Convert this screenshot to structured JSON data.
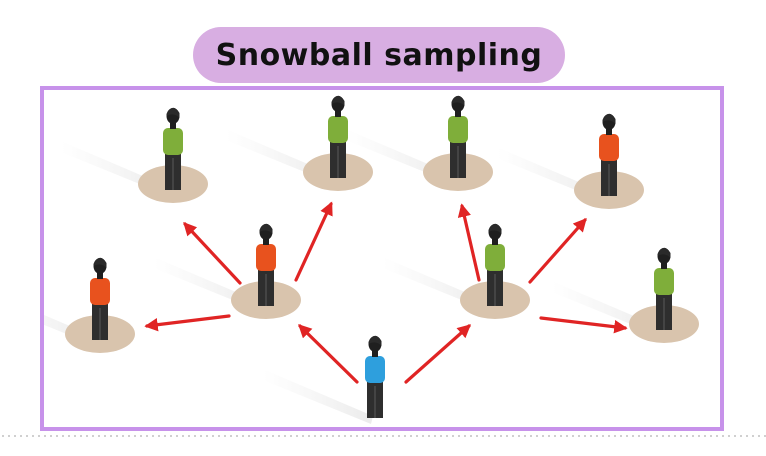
{
  "title": "Snowball sampling",
  "colors": {
    "pill": "#d8aee2",
    "border": "#c792ea",
    "arrow": "#e02424",
    "disc": "#d9c4ad",
    "green": "#7fae3a",
    "orange": "#e8521e",
    "blue": "#2e9fdd",
    "body": "#2e2e2e",
    "skin": "#1f1f1f"
  },
  "people": [
    {
      "id": "seed",
      "shirt": "blue",
      "disc": false
    },
    {
      "id": "wave1-left",
      "shirt": "orange",
      "disc": true
    },
    {
      "id": "wave1-right",
      "shirt": "green",
      "disc": true
    },
    {
      "id": "wave2-far-left",
      "shirt": "orange",
      "disc": true
    },
    {
      "id": "wave2-top-left",
      "shirt": "green",
      "disc": true
    },
    {
      "id": "wave2-top-mid-left",
      "shirt": "green",
      "disc": true
    },
    {
      "id": "wave2-top-mid-right",
      "shirt": "green",
      "disc": true
    },
    {
      "id": "wave2-top-right",
      "shirt": "orange",
      "disc": true
    },
    {
      "id": "wave2-far-right",
      "shirt": "green",
      "disc": true
    }
  ],
  "arrows": [
    {
      "from": "seed",
      "to": "wave1-left"
    },
    {
      "from": "seed",
      "to": "wave1-right"
    },
    {
      "from": "wave1-left",
      "to": "wave2-far-left"
    },
    {
      "from": "wave1-left",
      "to": "wave2-top-left"
    },
    {
      "from": "wave1-left",
      "to": "wave2-top-mid-left"
    },
    {
      "from": "wave1-right",
      "to": "wave2-top-mid-right"
    },
    {
      "from": "wave1-right",
      "to": "wave2-top-right"
    },
    {
      "from": "wave1-right",
      "to": "wave2-far-right"
    }
  ]
}
